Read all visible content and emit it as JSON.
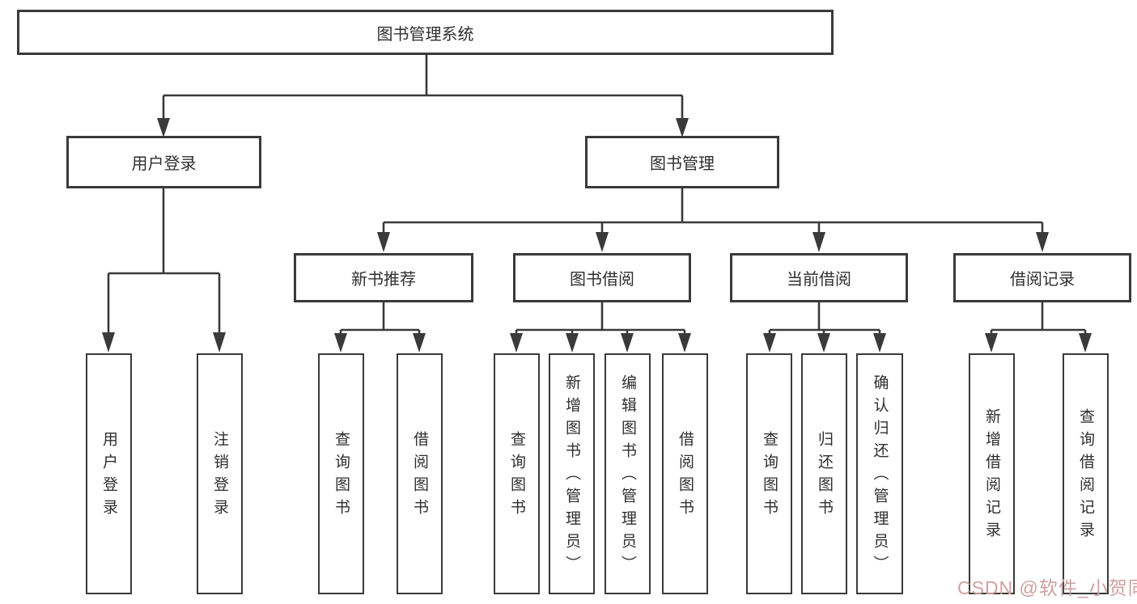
{
  "tree": {
    "root": "图书管理系统",
    "children": [
      {
        "label": "用户登录",
        "children": [
          {
            "label": "用户登录"
          },
          {
            "label": "注销登录"
          }
        ]
      },
      {
        "label": "图书管理",
        "children": [
          {
            "label": "新书推荐",
            "children": [
              {
                "label": "查询图书"
              },
              {
                "label": "借阅图书"
              }
            ]
          },
          {
            "label": "图书借阅",
            "children": [
              {
                "label": "查询图书"
              },
              {
                "label": "新增图书（管理员）"
              },
              {
                "label": "编辑图书（管理员）"
              },
              {
                "label": "借阅图书"
              }
            ]
          },
          {
            "label": "当前借阅",
            "children": [
              {
                "label": "查询图书"
              },
              {
                "label": "归还图书"
              },
              {
                "label": "确认归还（管理员）"
              }
            ]
          },
          {
            "label": "借阅记录",
            "children": [
              {
                "label": "新增借阅记录"
              },
              {
                "label": "查询借阅记录"
              }
            ]
          }
        ]
      }
    ]
  },
  "watermark": {
    "text": "CSDN @软件_小贺同学",
    "color": "#cf9f9f"
  },
  "colors": {
    "border": "#3a3a3a",
    "text": "#2f2f2f",
    "background": "#ffffff"
  }
}
